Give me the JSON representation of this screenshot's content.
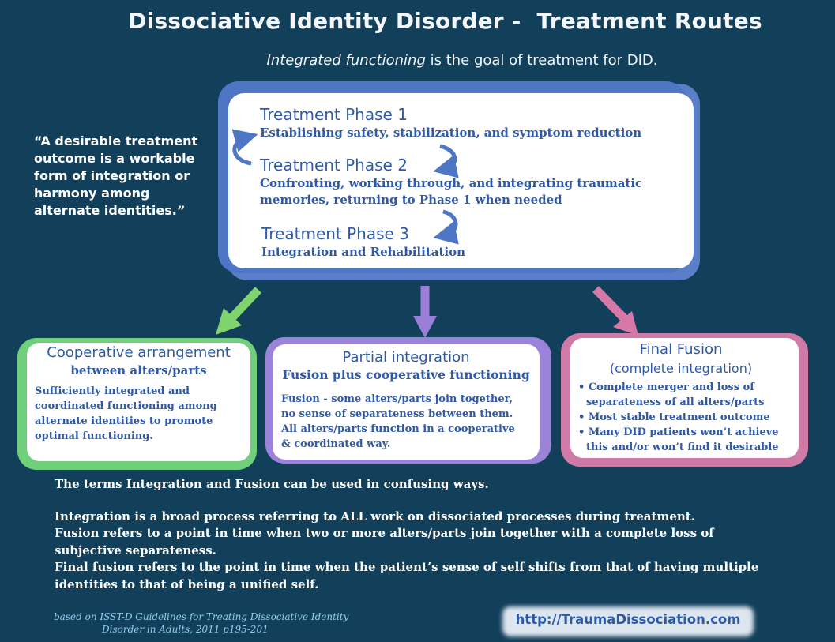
{
  "title": "Dissociative Identity Disorder -  Treatment Routes",
  "subtitle": {
    "emphasis": "Integrated functioning",
    "rest": "  is the goal of treatment for DID."
  },
  "quote": "“A desirable treatment outcome is a workable form of integration or harmony among alternate identities.”",
  "phases": [
    {
      "title": "Treatment Phase 1",
      "lines": [
        "Establishing safety, stabilization, and symptom reduction"
      ]
    },
    {
      "title": "Treatment Phase 2",
      "lines": [
        "Confronting, working through, and integrating traumatic",
        "memories, returning to Phase 1 when needed"
      ]
    },
    {
      "title": "Treatment Phase 3",
      "lines": [
        "Integration and Rehabilitation"
      ]
    }
  ],
  "outcomes": [
    {
      "title": "Cooperative arrangement",
      "subtitle": "between alters/parts",
      "body": [
        "Sufficiently integrated and",
        "coordinated functioning among",
        "alternate identities to promote",
        "optimal functioning."
      ],
      "color": "#6fcf7a"
    },
    {
      "title": "Partial integration",
      "subtitle": "Fusion plus cooperative functioning",
      "body": [
        "Fusion - some alters/parts join together,",
        "no sense of separateness between them.",
        "All alters/parts function in a cooperative",
        "& coordinated way."
      ],
      "color": "#9a83d8"
    },
    {
      "title": "Final Fusion",
      "subtitle": "(complete integration)",
      "body": [
        "• Complete merger and loss of",
        "separateness of all alters/parts",
        "• Most stable treatment outcome",
        "• Many DID patients won’t achieve",
        "this and/or won’t find it desirable"
      ],
      "color": "#d07aa8"
    }
  ],
  "notes": [
    "The terms Integration and Fusion can be used in confusing ways.",
    "Integration is a broad process referring to ALL work on dissociated processes during treatment.",
    "Fusion refers to a point in time when two or more alters/parts join together with a complete loss of subjective separateness.",
    "Final fusion refers to the point in time when the patient’s sense of self shifts from that of having multiple identities to that of being a unified self."
  ],
  "citation": [
    "based on ISST-D Guidelines for Treating Dissociative Identity",
    "Disorder in Adults, 2011 p195-201"
  ],
  "website": "http://TraumaDissociation.com",
  "colors": {
    "background": "#123f5a",
    "phase_border": "#4e76c4",
    "text_blue": "#2f5aa7",
    "green": "#6fcf7a",
    "purple": "#9a83d8",
    "pink": "#d07aa8"
  }
}
